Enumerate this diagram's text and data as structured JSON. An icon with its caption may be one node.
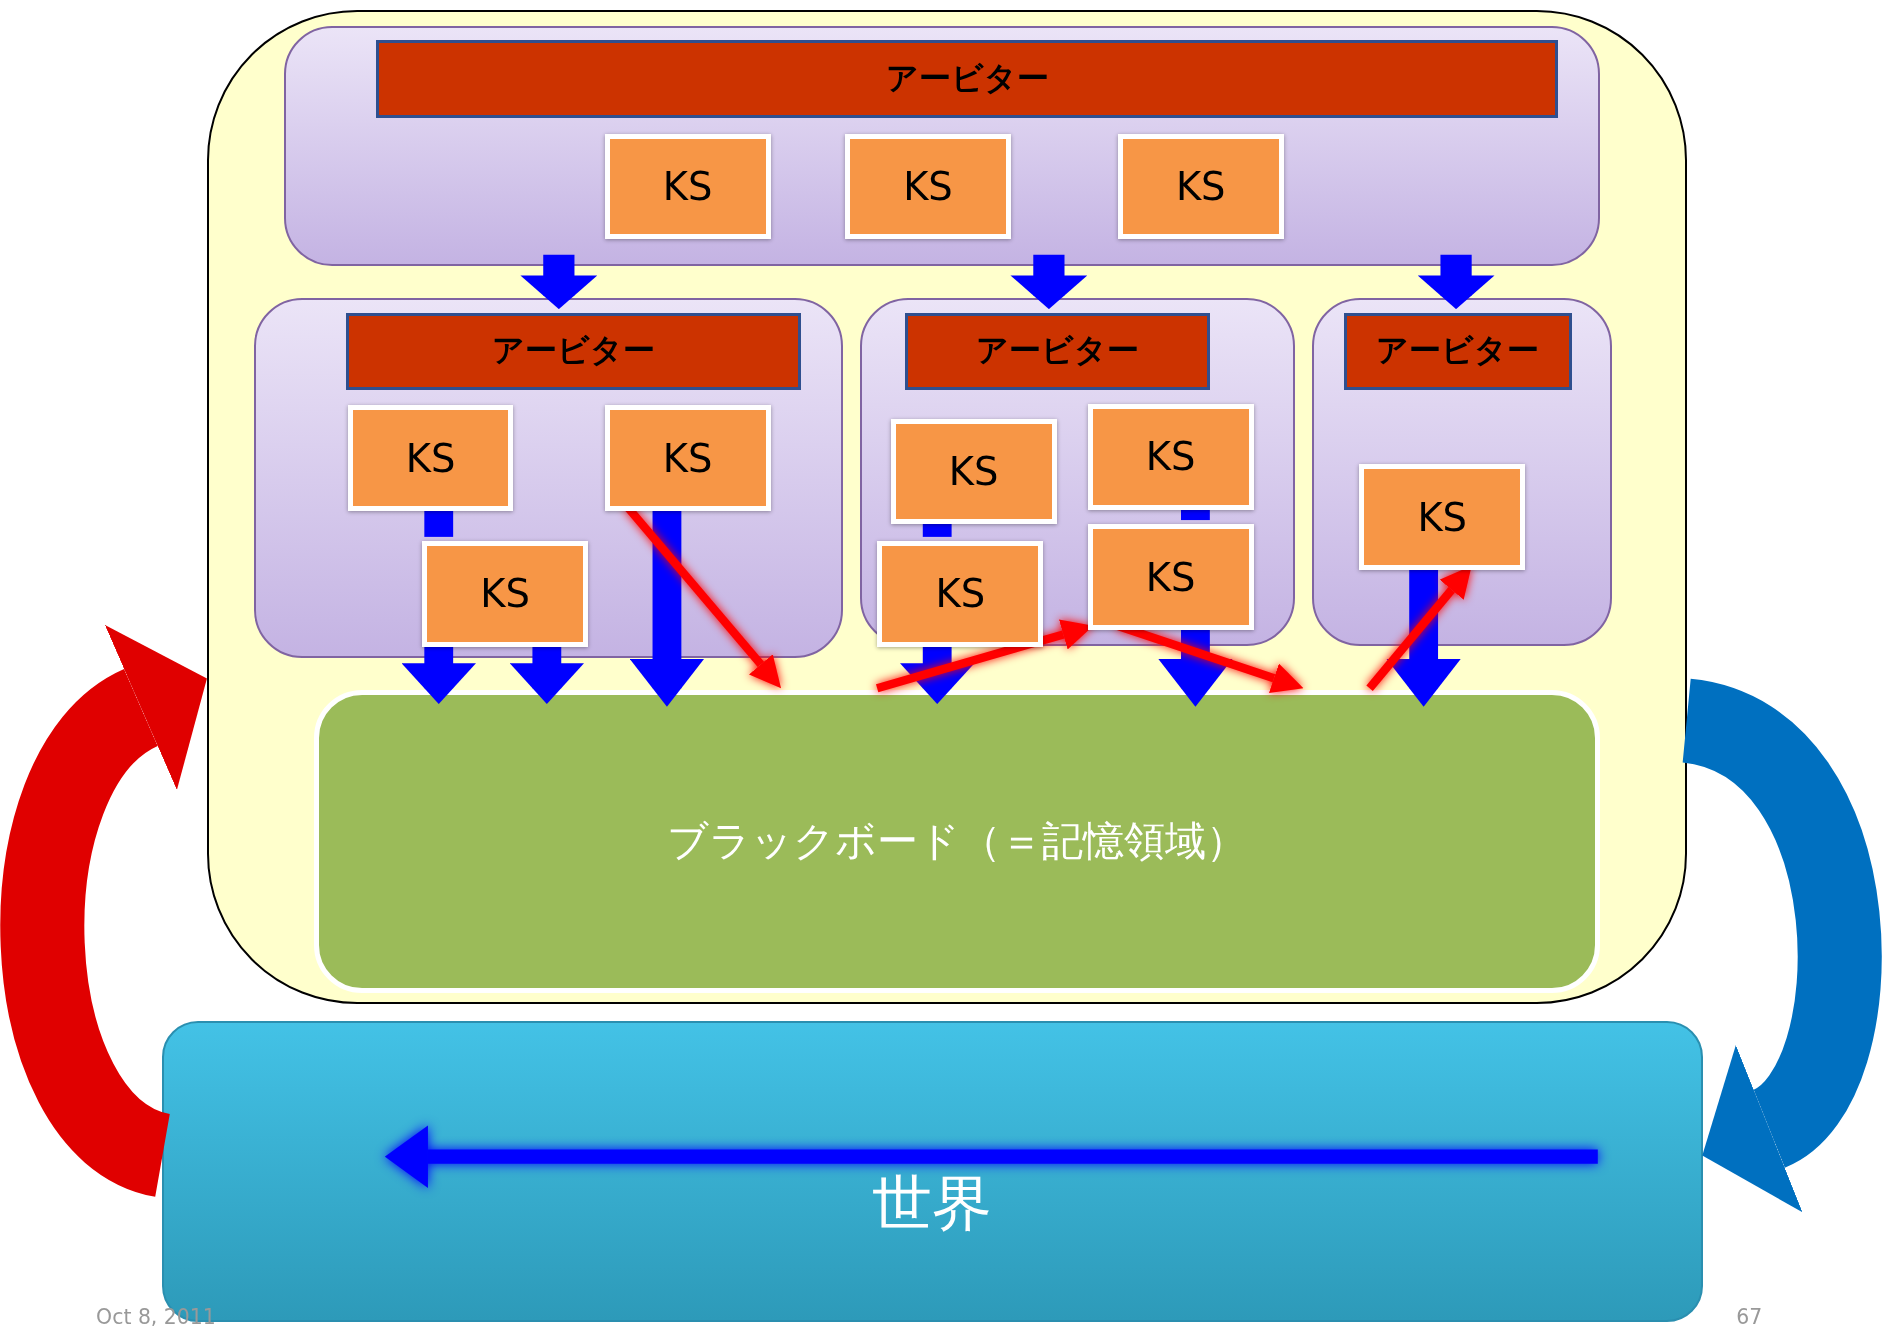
{
  "diagram": {
    "nodes": [
      {
        "text": [],
        "shape": "box"
      },
      {
        "text": [],
        "shape": "box",
        "in": 0
      },
      {
        "text": [
          "アービター"
        ],
        "in": 1
      },
      {
        "text": [
          "KS"
        ],
        "in": 1
      },
      {
        "text": [
          "KS"
        ],
        "in": 1
      },
      {
        "text": [
          "KS"
        ],
        "in": 1
      },
      {
        "text": [],
        "shape": "box",
        "in": 0
      },
      {
        "text": [
          "アービター"
        ],
        "in": 6
      },
      {
        "text": [
          "KS"
        ],
        "in": 6
      },
      {
        "text": [
          "KS"
        ],
        "in": 6
      },
      {
        "text": [
          "KS"
        ],
        "in": 6
      },
      {
        "text": [],
        "shape": "box",
        "in": 0
      },
      {
        "text": [
          "アービター"
        ],
        "in": 11
      },
      {
        "text": [
          "KS"
        ],
        "in": 11
      },
      {
        "text": [
          "KS"
        ],
        "in": 11
      },
      {
        "text": [
          "KS"
        ],
        "in": 11
      },
      {
        "text": [
          "KS"
        ],
        "in": 11
      },
      {
        "text": [],
        "shape": "box",
        "in": 0
      },
      {
        "text": [
          "アービター"
        ],
        "in": 17
      },
      {
        "text": [
          "KS"
        ],
        "in": 17
      },
      {
        "text": [
          "ブラックボード（＝記憶領域）"
        ],
        "in": 0
      },
      {
        "text": [
          "世界"
        ]
      }
    ],
    "edges": [
      {
        "from": 1,
        "to": 6,
        "arrow": "to"
      },
      {
        "from": 1,
        "to": 11,
        "arrow": "to"
      },
      {
        "from": 1,
        "to": 17,
        "arrow": "to"
      },
      {
        "from": 8,
        "to": 10,
        "arrow": "none"
      },
      {
        "from": 10,
        "to": 20,
        "arrow": "to"
      },
      {
        "from": 10,
        "to": 20,
        "arrow": "to"
      },
      {
        "from": 9,
        "to": 20,
        "arrow": "to"
      },
      {
        "from": 13,
        "to": 15,
        "arrow": "none"
      },
      {
        "from": 15,
        "to": 20,
        "arrow": "to"
      },
      {
        "from": 14,
        "to": 16,
        "arrow": "none"
      },
      {
        "from": 16,
        "to": 20,
        "arrow": "to"
      },
      {
        "from": 19,
        "to": 20,
        "arrow": "to"
      },
      {
        "from": 9,
        "to": 20,
        "arrow": "to",
        "color": "#ff0000"
      },
      {
        "from": 20,
        "to": 16,
        "arrow": "to",
        "color": "#ff0000"
      },
      {
        "from": 16,
        "to": 20,
        "arrow": "to",
        "color": "#ff0000"
      },
      {
        "from": 20,
        "to": 19,
        "arrow": "to",
        "color": "#ff0000"
      },
      {
        "from": 21,
        "to": 0,
        "arrow": "to",
        "style": "thick",
        "color": "#e00000"
      },
      {
        "from": 0,
        "to": 21,
        "arrow": "to",
        "style": "thick",
        "color": "#0070c0"
      }
    ],
    "labels": [
      "Oct 8, 2011",
      "67"
    ]
  }
}
